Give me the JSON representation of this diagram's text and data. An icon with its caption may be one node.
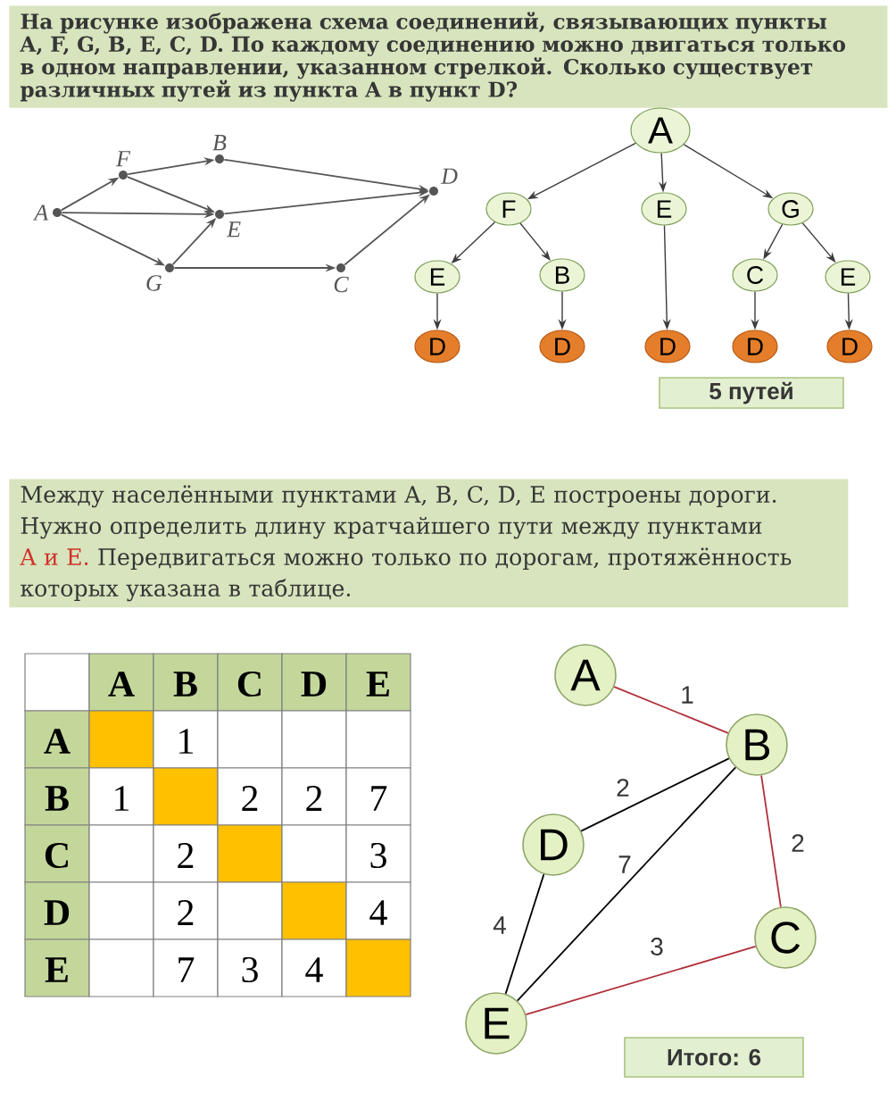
{
  "diagram": {
    "nodes": [
      {
        "text": [
          "На рисунке изображена схема соединений, связывающих пункты A, F, G, B, E, C, D. По каждому соединению можно двигаться только в одном направлении, указанном стрелкой. Сколько существует различных путей из пункта A в пункт D?"
        ]
      },
      {
        "text": [
          "A"
        ]
      },
      {
        "text": [
          "F"
        ]
      },
      {
        "text": [
          "B"
        ]
      },
      {
        "text": [
          "E"
        ]
      },
      {
        "text": [
          "G"
        ]
      },
      {
        "text": [
          "C"
        ]
      },
      {
        "text": [
          "D"
        ]
      },
      {
        "text": [
          "A"
        ]
      },
      {
        "text": [
          "F"
        ]
      },
      {
        "text": [
          "E"
        ]
      },
      {
        "text": [
          "G"
        ]
      },
      {
        "text": [
          "E"
        ]
      },
      {
        "text": [
          "B"
        ]
      },
      {
        "text": [
          "C"
        ]
      },
      {
        "text": [
          "E"
        ]
      },
      {
        "text": [
          "D"
        ]
      },
      {
        "text": [
          "D"
        ]
      },
      {
        "text": [
          "D"
        ]
      },
      {
        "text": [
          "D"
        ]
      },
      {
        "text": [
          "D"
        ]
      },
      {
        "text": [
          "5 путей"
        ]
      },
      {
        "text": [
          "Между населёнными пунктами A, B, C, D, E построены дороги. Нужно определить длину кратчайшего пути между пунктами",
          "A и E.",
          "Передвигаться можно только по дорогам, протяжённость которых указана в таблице."
        ]
      },
      {
        "text": [
          "A"
        ]
      },
      {
        "text": [
          "B"
        ]
      },
      {
        "text": [
          "D"
        ]
      },
      {
        "text": [
          "C"
        ]
      },
      {
        "text": [
          "E"
        ]
      },
      {
        "text": [
          "Итого: 6"
        ]
      }
    ],
    "edges": [
      {
        "from": 1,
        "to": 2,
        "arrow": "to"
      },
      {
        "from": 1,
        "to": 4,
        "arrow": "to"
      },
      {
        "from": 1,
        "to": 5,
        "arrow": "to"
      },
      {
        "from": 2,
        "to": 3,
        "arrow": "to"
      },
      {
        "from": 2,
        "to": 4,
        "arrow": "to"
      },
      {
        "from": 5,
        "to": 4,
        "arrow": "to"
      },
      {
        "from": 5,
        "to": 6,
        "arrow": "to"
      },
      {
        "from": 3,
        "to": 7,
        "arrow": "to"
      },
      {
        "from": 4,
        "to": 7,
        "arrow": "to"
      },
      {
        "from": 6,
        "to": 7,
        "arrow": "to"
      },
      {
        "from": 8,
        "to": 9,
        "arrow": "to"
      },
      {
        "from": 8,
        "to": 10,
        "arrow": "to"
      },
      {
        "from": 8,
        "to": 11,
        "arrow": "to"
      },
      {
        "from": 9,
        "to": 12,
        "arrow": "to"
      },
      {
        "from": 9,
        "to": 13,
        "arrow": "to"
      },
      {
        "from": 11,
        "to": 14,
        "arrow": "to"
      },
      {
        "from": 11,
        "to": 15,
        "arrow": "to"
      },
      {
        "from": 12,
        "to": 16,
        "arrow": "to"
      },
      {
        "from": 13,
        "to": 17,
        "arrow": "to"
      },
      {
        "from": 10,
        "to": 18,
        "arrow": "to"
      },
      {
        "from": 14,
        "to": 19,
        "arrow": "to"
      },
      {
        "from": 15,
        "to": 20,
        "arrow": "to"
      },
      {
        "from": 23,
        "to": 24,
        "arrow": "none",
        "label": "1",
        "color": "#b0303c"
      },
      {
        "from": 24,
        "to": 25,
        "arrow": "none",
        "label": "2"
      },
      {
        "from": 24,
        "to": 27,
        "arrow": "none",
        "label": "7"
      },
      {
        "from": 24,
        "to": 26,
        "arrow": "none",
        "label": "2",
        "color": "#b0303c"
      },
      {
        "from": 25,
        "to": 27,
        "arrow": "none",
        "label": "4"
      },
      {
        "from": 26,
        "to": 27,
        "arrow": "none",
        "label": "3",
        "color": "#b0303c"
      }
    ],
    "labels": [
      "A",
      "B",
      "C",
      "D",
      "E",
      "A",
      "1",
      "B",
      "1",
      "2",
      "2",
      "7",
      "C",
      "2",
      "3",
      "D",
      "2",
      "4",
      "E",
      "7",
      "3",
      "4"
    ]
  }
}
